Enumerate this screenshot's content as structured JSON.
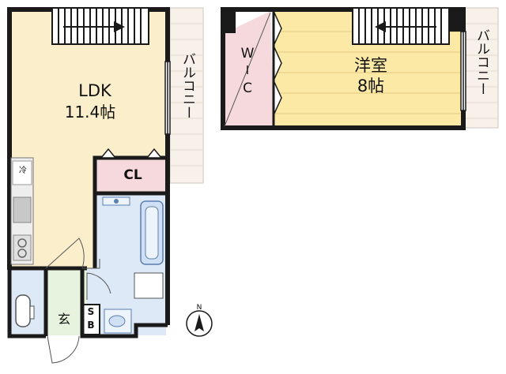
{
  "floor1": {
    "ldk_name": "LDK",
    "ldk_size": "11.4帖",
    "balcony": "バルコニー",
    "closet": "CL",
    "fridge": "冷",
    "entrance": "玄",
    "shoe_box_top": "S",
    "shoe_box_bottom": "B"
  },
  "floor2": {
    "bedroom_name": "洋室",
    "bedroom_size": "8帖",
    "balcony": "バルコニー",
    "wic_w": "W",
    "wic_i": "I",
    "wic_c": "C"
  },
  "compass": {
    "north": "N"
  },
  "colors": {
    "ldk_floor": "#fbeeca",
    "bedroom_floor": "#fbe9a5",
    "wet_area": "#dde9f7",
    "wic_floor": "#f5d9dc",
    "closet_floor": "#f5d9dc",
    "hall_floor": "#e8f3df",
    "balcony": "#f7f1ea",
    "wall": "#1a1a1a"
  }
}
